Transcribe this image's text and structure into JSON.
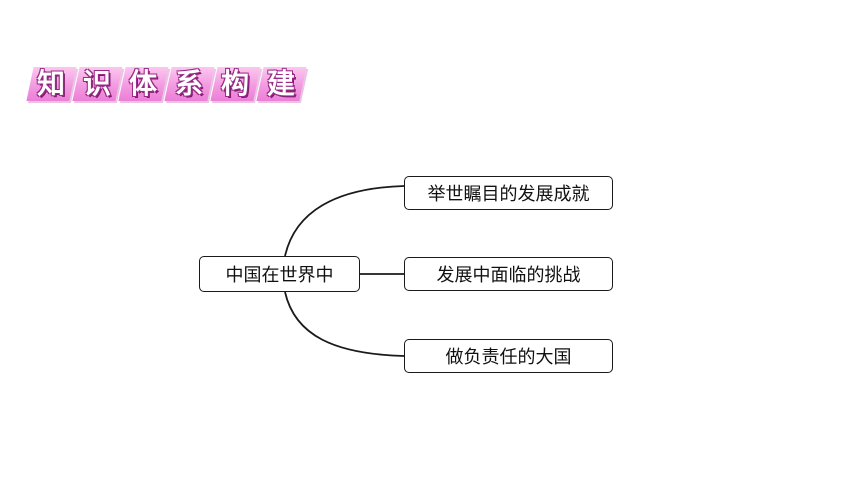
{
  "banner": {
    "chars": [
      "知",
      "识",
      "体",
      "系",
      "构",
      "建"
    ]
  },
  "mindmap": {
    "root": "中国在世界中",
    "branches": [
      "举世瞩目的发展成就",
      "发展中面临的挑战",
      "做负责任的大国"
    ]
  },
  "colors": {
    "banner_fill": "#f39ae1",
    "banner_outline": "#9a2a88",
    "line": "#1a1a1a"
  }
}
